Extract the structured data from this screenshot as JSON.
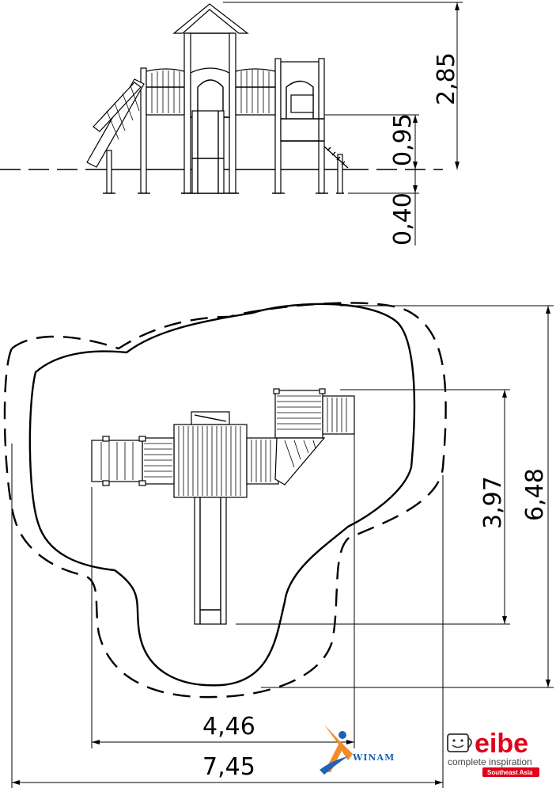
{
  "elevation_view": {
    "dimensions": {
      "total_height": "2,85",
      "platform_height": "0,95",
      "foundation_depth": "0,40"
    }
  },
  "plan_view": {
    "dimensions": {
      "structure_length": "3,97",
      "safety_area_length": "6,48",
      "structure_width": "4,46",
      "safety_area_width": "7,45"
    }
  },
  "logos": {
    "winam": {
      "text": "WINAM",
      "color": "#1f63b6",
      "accent": "#f28c28"
    },
    "eibe": {
      "name": "eibe",
      "tagline": "complete inspiration",
      "region": "Southeast Asia",
      "color": "#e2001a"
    }
  }
}
